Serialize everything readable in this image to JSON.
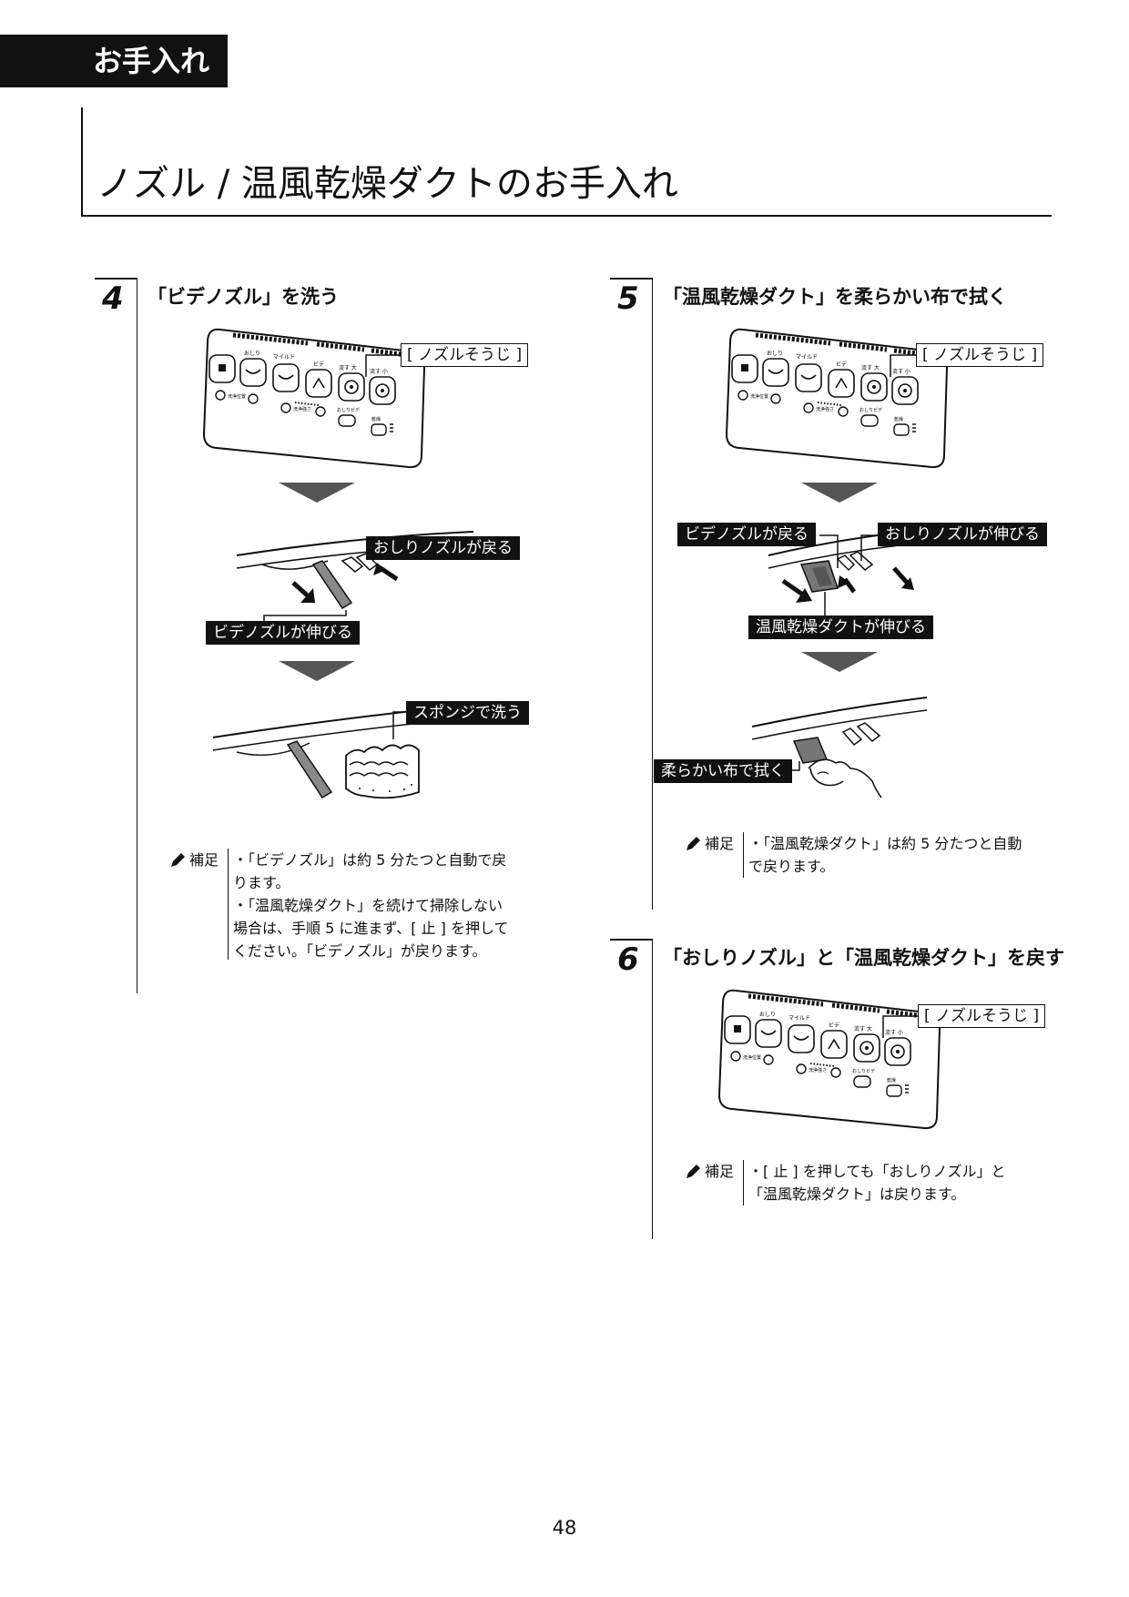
{
  "header": {
    "section_tag": "お手入れ",
    "page_title": "ノズル / 温風乾燥ダクトのお手入れ"
  },
  "steps": [
    {
      "number": "4",
      "title": "「ビデノズル」を洗う",
      "panel_label": "[ ノズルそうじ ]",
      "callouts": {
        "oshiri_return": "おしりノズルが戻る",
        "bidet_extend": "ビデノズルが伸びる",
        "sponge_wash": "スポンジで洗う"
      },
      "note_label": "補足",
      "notes": [
        "・「ビデノズル」は約 5 分たつと自動で戻ります。",
        "・「温風乾燥ダクト」を続けて掃除しない場合は、手順 5 に進まず、[ 止 ] を押してください。「ビデノズル」が戻ります。"
      ]
    },
    {
      "number": "5",
      "title": "「温風乾燥ダクト」を柔らかい布で拭く",
      "panel_label": "[ ノズルそうじ ]",
      "callouts": {
        "bidet_return": "ビデノズルが戻る",
        "oshiri_extend": "おしりノズルが伸びる",
        "duct_extend": "温風乾燥ダクトが伸びる",
        "cloth_wipe": "柔らかい布で拭く"
      },
      "note_label": "補足",
      "notes": [
        "・「温風乾燥ダクト」は約 5 分たつと自動で戻ります。"
      ]
    },
    {
      "number": "6",
      "title": "「おしりノズル」と「温風乾燥ダクト」を戻す",
      "panel_label": "[ ノズルそうじ ]",
      "note_label": "補足",
      "notes": [
        "・[ 止 ] を押しても「おしりノズル」と「温風乾燥ダクト」は戻ります。"
      ]
    }
  ],
  "remote_panel": {
    "labels": {
      "oshiri": "おしり",
      "mild": "マイルド",
      "bidet": "ビデ",
      "flush_large": "流す 大",
      "flush_small": "流す 小",
      "pos": "洗浄位置",
      "pressure": "洗浄強さ",
      "oshiri_bidet": "おしりビデ",
      "dry": "乾燥"
    }
  },
  "footer": {
    "page_number": "48"
  }
}
